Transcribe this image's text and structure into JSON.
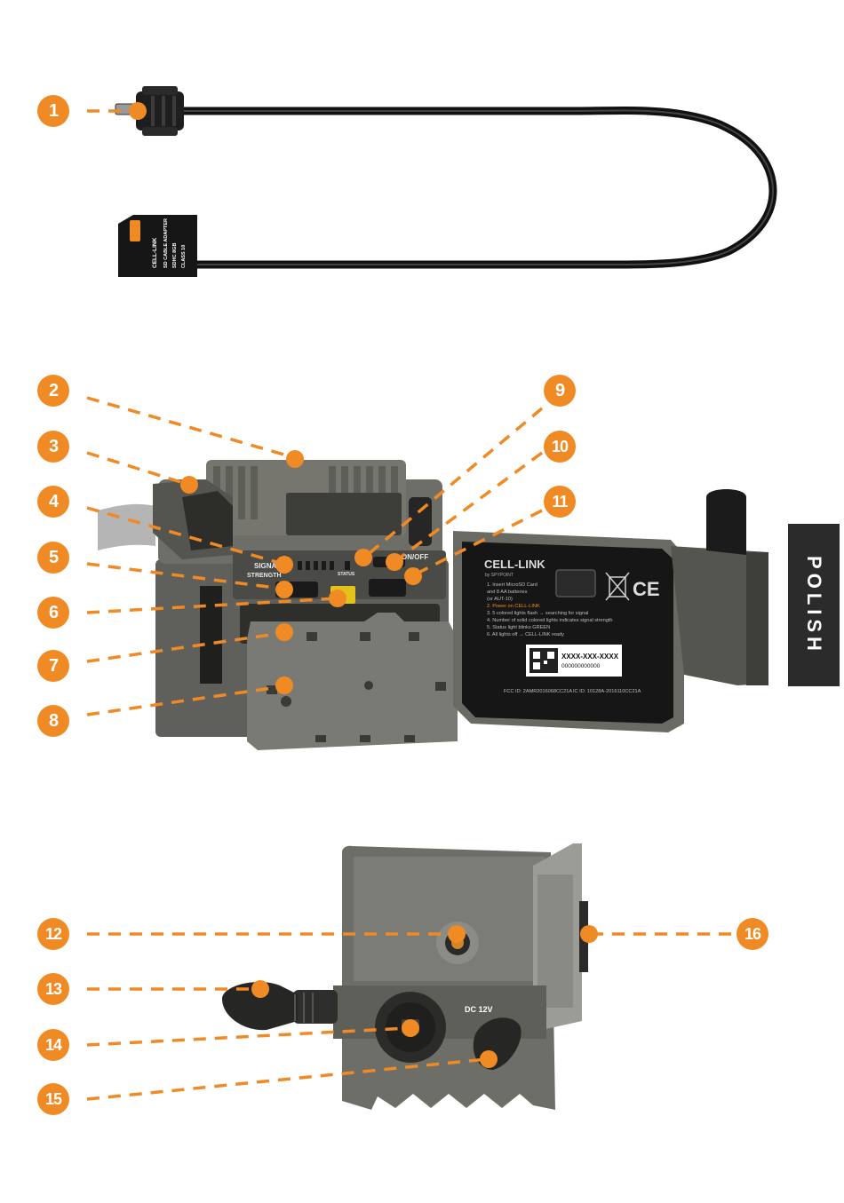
{
  "language_tab": "POLISH",
  "colors": {
    "accent": "#f08a24",
    "tab_bg": "#2b2b2b",
    "device_body": "#6e6e69",
    "device_dark": "#3a3a3a"
  },
  "callouts": [
    "1",
    "2",
    "3",
    "4",
    "5",
    "6",
    "7",
    "8",
    "9",
    "10",
    "11",
    "12",
    "13",
    "14",
    "15",
    "16"
  ],
  "sd_adapter": {
    "brand": "CELL-LINK",
    "line1": "SD CABLE ADAPTER",
    "line2": "SDHC 8GB",
    "line3": "CLASS 10"
  },
  "device_labels": {
    "signal": "SIGNAL",
    "strength": "STRENGTH",
    "status": "STATUS",
    "on_off": "ON/OFF",
    "dc": "DC 12V"
  },
  "door_panel": {
    "title": "CELL-LINK",
    "subtitle": "by SPYPOINT",
    "instructions": [
      "1. Insert MicroSD Card",
      "   and 8 AA batteries",
      "   (or AUT-10)",
      "2. Power on CELL-LINK",
      "3. 5 colored lights flash → searching for signal",
      "4. Number of solid colored lights indicates signal strength",
      "5. Status light blinks GREEN",
      "6. All lights off → CELL-LINK ready"
    ],
    "serial": "XXXX-XXX-XXXX",
    "serial2": "000000000000",
    "fcc": "FCC ID: 2AMR2016068CC21A",
    "ic": "IC ID: 10128A-2016110CC21A",
    "ce": "CE"
  }
}
